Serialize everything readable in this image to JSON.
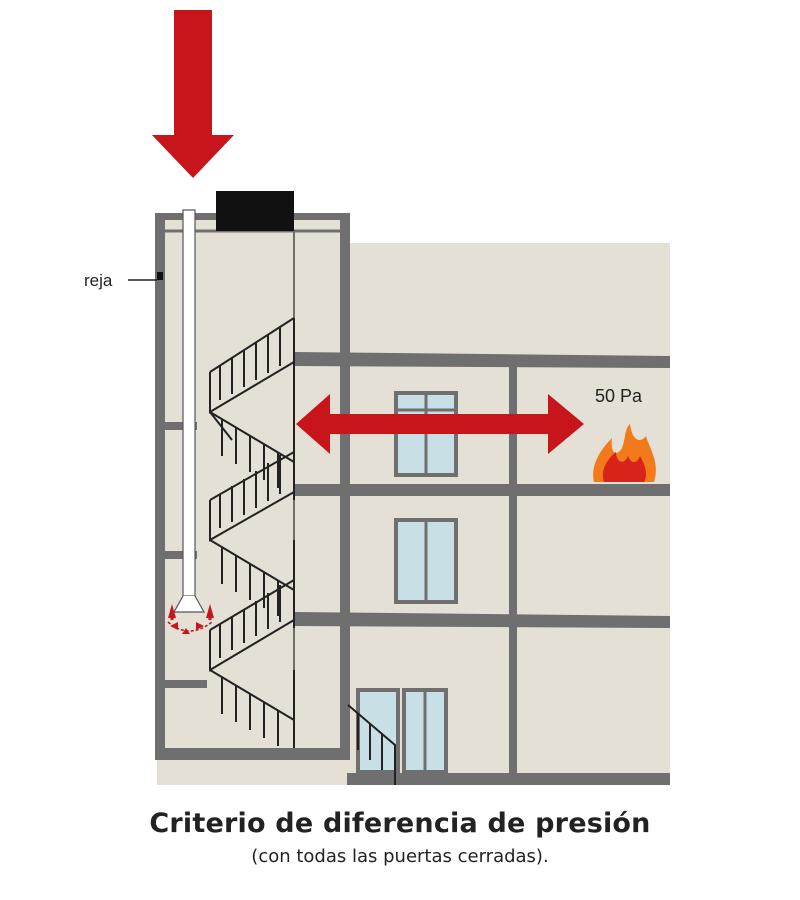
{
  "labels": {
    "grille": "reja",
    "pressure": "50 Pa"
  },
  "caption": {
    "title": "Criterio de diferencia de presión",
    "subtitle": "(con todas las puertas cerradas)."
  },
  "colors": {
    "arrow_red": "#c8151b",
    "wall_fill": "#e4e0d6",
    "structure_gray": "#6f6f6f",
    "fan_black": "#111111",
    "window_glass": "#c9dfe6",
    "flame_orange": "#f27a1a",
    "flame_red": "#d8231b"
  },
  "icons": [
    "down-arrow-icon",
    "double-arrow-icon",
    "fire-icon",
    "fan-unit-icon",
    "air-outlet-arrows-icon"
  ]
}
